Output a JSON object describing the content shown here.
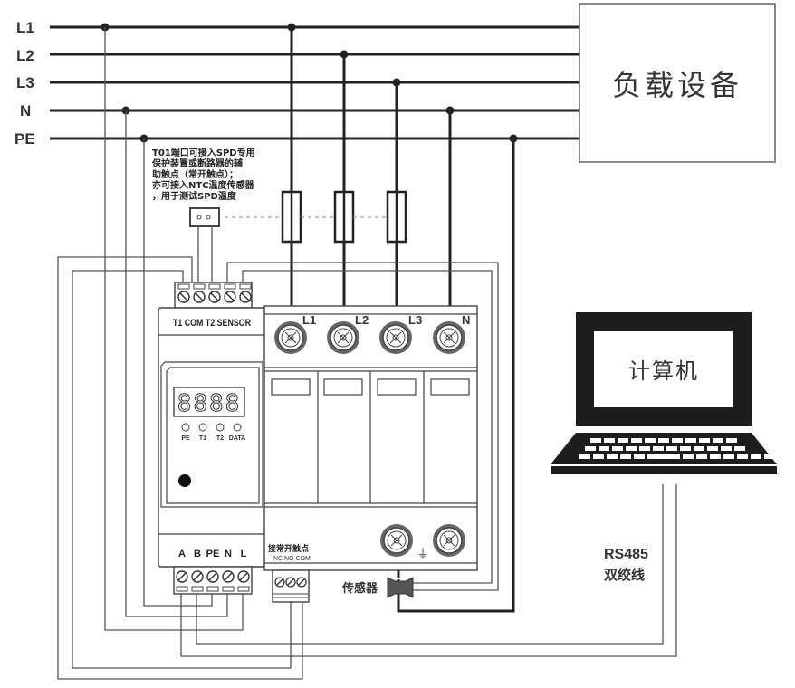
{
  "bus": {
    "lines": [
      {
        "id": "L1",
        "label": "L1"
      },
      {
        "id": "L2",
        "label": "L2"
      },
      {
        "id": "L3",
        "label": "L3"
      },
      {
        "id": "N",
        "label": "N"
      },
      {
        "id": "PE",
        "label": "PE"
      }
    ]
  },
  "load": {
    "label": "负载设备"
  },
  "note": {
    "lines": [
      "T01端口可接入SPD专用",
      "保护装置或断路器的辅",
      "助触点（常开触点）；",
      "亦可接入NTC温度传感器",
      "，用于测试SPD温度"
    ]
  },
  "monitor": {
    "top_terminal_label": "T1 COM T2 SENSOR",
    "display_value": "8888",
    "leds": [
      "PE",
      "T1",
      "T2",
      "DATA"
    ],
    "bottom_terminals": [
      "A",
      "B",
      "PE",
      "N",
      "L"
    ]
  },
  "spd": {
    "poles": [
      "L1",
      "L2",
      "L3",
      "N"
    ],
    "contact_label": "接常开触点",
    "contact_terminals": "NC  NO  COM",
    "ground_symbol": "⏚"
  },
  "sensor": {
    "label": "传感器"
  },
  "computer": {
    "label": "计算机"
  },
  "rs485": {
    "line1": "RS485",
    "line2": "双绞线"
  },
  "colors": {
    "wire_dark": "#222222",
    "wire_thin": "#555555",
    "background": "#ffffff"
  }
}
